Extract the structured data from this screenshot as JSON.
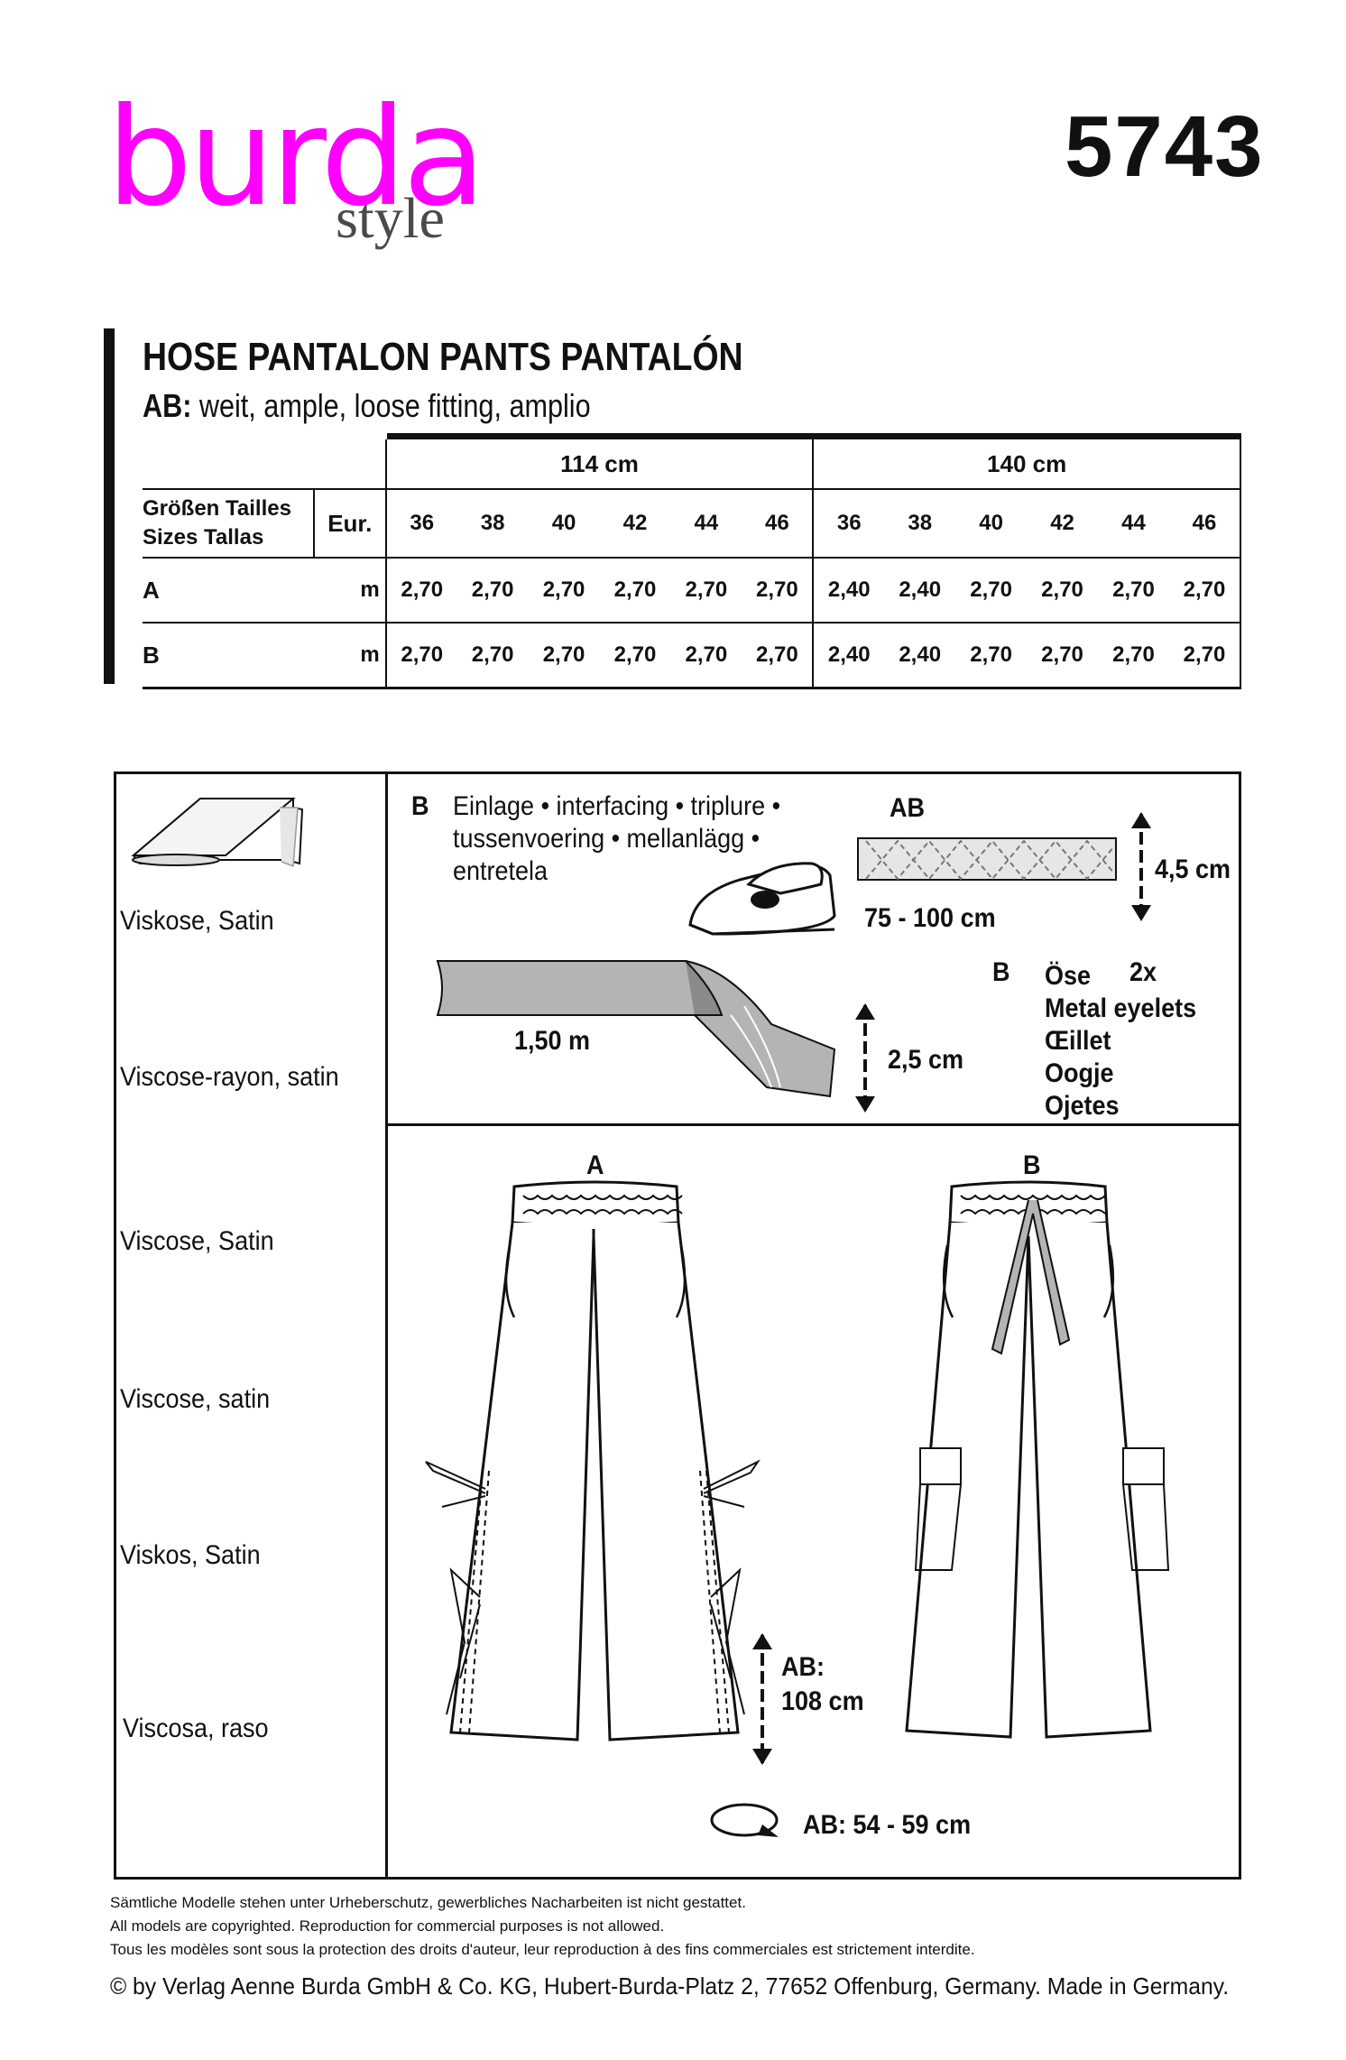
{
  "brand": {
    "name": "burda",
    "sub": "style"
  },
  "pattern_number": "5743",
  "title": "HOSE   PANTALON   PANTS   PANTALÓN",
  "subtitle": {
    "label": "AB:",
    "text": " weit, ample, loose fitting, amplio"
  },
  "table": {
    "widths": [
      "114 cm",
      "140 cm"
    ],
    "size_label_1": "Größen  Tailles",
    "size_label_2": "Sizes  Tallas",
    "eur": "Eur.",
    "sizes": [
      "36",
      "38",
      "40",
      "42",
      "44",
      "46",
      "36",
      "38",
      "40",
      "42",
      "44",
      "46"
    ],
    "rows": [
      {
        "view": "A",
        "unit": "m",
        "values": [
          "2,70",
          "2,70",
          "2,70",
          "2,70",
          "2,70",
          "2,70",
          "2,40",
          "2,40",
          "2,70",
          "2,70",
          "2,70",
          "2,70"
        ]
      },
      {
        "view": "B",
        "unit": "m",
        "values": [
          "2,70",
          "2,70",
          "2,70",
          "2,70",
          "2,70",
          "2,70",
          "2,40",
          "2,40",
          "2,70",
          "2,70",
          "2,70",
          "2,70"
        ]
      }
    ]
  },
  "fabrics": [
    "Viskose, Satin",
    "Viscose-rayon, satin",
    "Viscose, Satin",
    "Viscose, satin",
    "Viskos, Satin",
    "Viscosa, raso"
  ],
  "notions": {
    "interfacing_view": "B",
    "interfacing_lines": [
      "Einlage • interfacing • triplure •",
      "tussenvoering • mellanlägg •",
      "entretela"
    ],
    "ab_label": "AB",
    "ab_height": "4,5 cm",
    "ab_length": "75  -  100 cm",
    "tape_length": "1,50 m",
    "tape_height": "2,5 cm",
    "eyelet_view": "B",
    "eyelet_qty": "2x",
    "eyelet_lines": [
      "Öse",
      "Metal eyelets",
      "Œillet",
      "Oogje",
      "Ojetes"
    ]
  },
  "views": {
    "a_label": "A",
    "b_label": "B",
    "length_label": "AB:",
    "length_value": "108 cm",
    "waist": "AB: 54  -  59 cm"
  },
  "footer": {
    "line1": "Sämtliche Modelle stehen unter Urheberschutz, gewerbliches Nacharbeiten ist nicht gestattet.",
    "line2": "All models are copyrighted. Reproduction for commercial purposes is not allowed.",
    "line3": "Tous les modèles sont sous la protection des droits d'auteur, leur reproduction à des fins commerciales est strictement interdite.",
    "copyright": "© by Verlag Aenne Burda GmbH & Co. KG, Hubert-Burda-Platz 2, 77652 Offenburg, Germany. Made in Germany."
  }
}
